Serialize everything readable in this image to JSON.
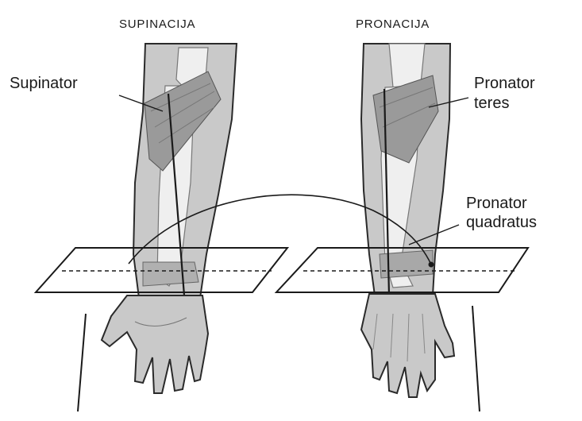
{
  "headings": {
    "left": "SUPINACIJA",
    "right": "PRONACIJA"
  },
  "labels": {
    "supinator": "Supinator",
    "pronator_teres_1": "Pronator",
    "pronator_teres_2": "teres",
    "pronator_quadratus_1": "Pronator",
    "pronator_quadratus_2": "quadratus"
  },
  "colors": {
    "skin": "#c9c9c9",
    "bone": "#efefef",
    "muscle": "#9a9a9a",
    "outline": "#2a2a2a",
    "background": "#ffffff"
  }
}
